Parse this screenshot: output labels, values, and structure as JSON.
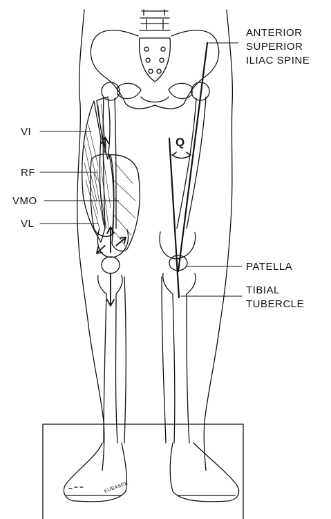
{
  "figure": {
    "labels": {
      "vi": "VI",
      "rf": "RF",
      "vmo": "VMO",
      "vl": "VL",
      "q": "Q",
      "asis": [
        "ANTERIOR",
        "SUPERIOR",
        "ILIAC SPINE"
      ],
      "patella": "PATELLA",
      "tibial_tubercle": [
        "TIBIAL",
        "TUBERCLE"
      ]
    },
    "signature": "KUBASEK"
  }
}
